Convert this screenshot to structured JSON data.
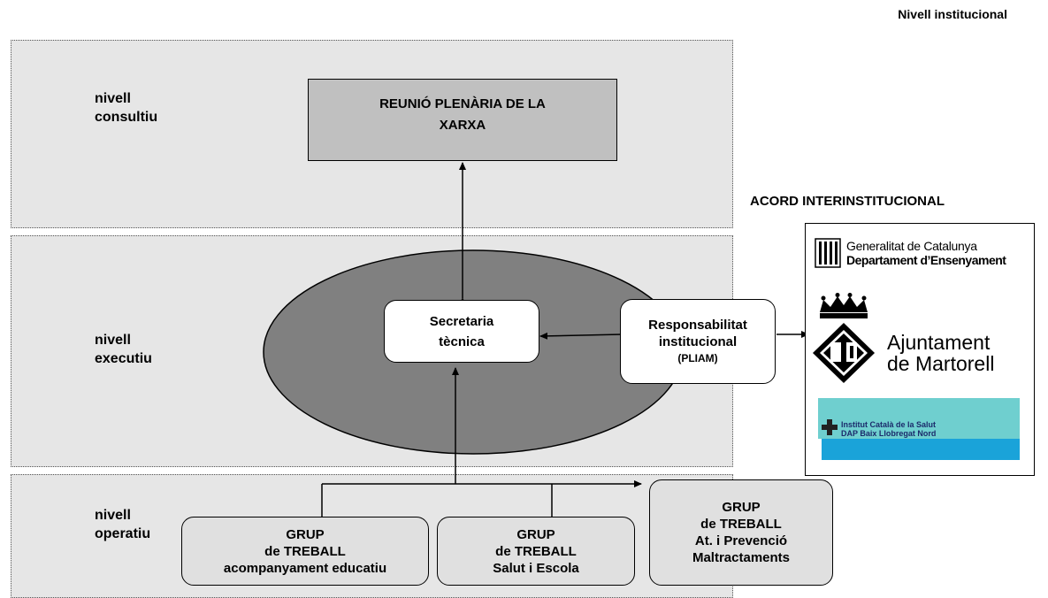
{
  "header": {
    "nivell_title": "Nivell institucional"
  },
  "levels": {
    "consultiu": "nivell\nconsultiu",
    "executiu": "nivell\nexecutiu",
    "operatiu": "nivell\noperatiu"
  },
  "plenary": {
    "line1": "REUNIÓ PLENÀRIA DE LA",
    "line2": "XARXA"
  },
  "secretaria": {
    "line1": "Secretaria",
    "line2": "tècnica"
  },
  "responsabilitat": {
    "line1": "Responsabilitat",
    "line2": "institucional",
    "line3": "(PLIAM)"
  },
  "groups": [
    {
      "line1": "GRUP",
      "line2": "de TREBALL",
      "line3": "acompanyament educatiu"
    },
    {
      "line1": "GRUP",
      "line2": "de TREBALL",
      "line3": "Salut i Escola"
    },
    {
      "line1": "GRUP",
      "line2": "de TREBALL",
      "line3": "At. i Prevenció",
      "line4": "Maltractaments"
    }
  ],
  "acord": {
    "title": "ACORD INTERINSTITUCIONAL",
    "generalitat_line1": "Generalitat de Catalunya",
    "generalitat_line2": "Departament d’Ensenyament",
    "ajuntament_line1": "Ajuntament",
    "ajuntament_line2": "de Martorell",
    "ics_line1": "Institut Català de la Salut",
    "ics_line2": "DAP Baix Llobregat Nord"
  },
  "colors": {
    "band": "#e6e6e6",
    "plenary_box": "#c0c0c0",
    "ellipse": "#808080",
    "group_box": "#e0e0e0",
    "ics_teal": "#6fcfcf",
    "ics_blue": "#1aa3d9"
  }
}
